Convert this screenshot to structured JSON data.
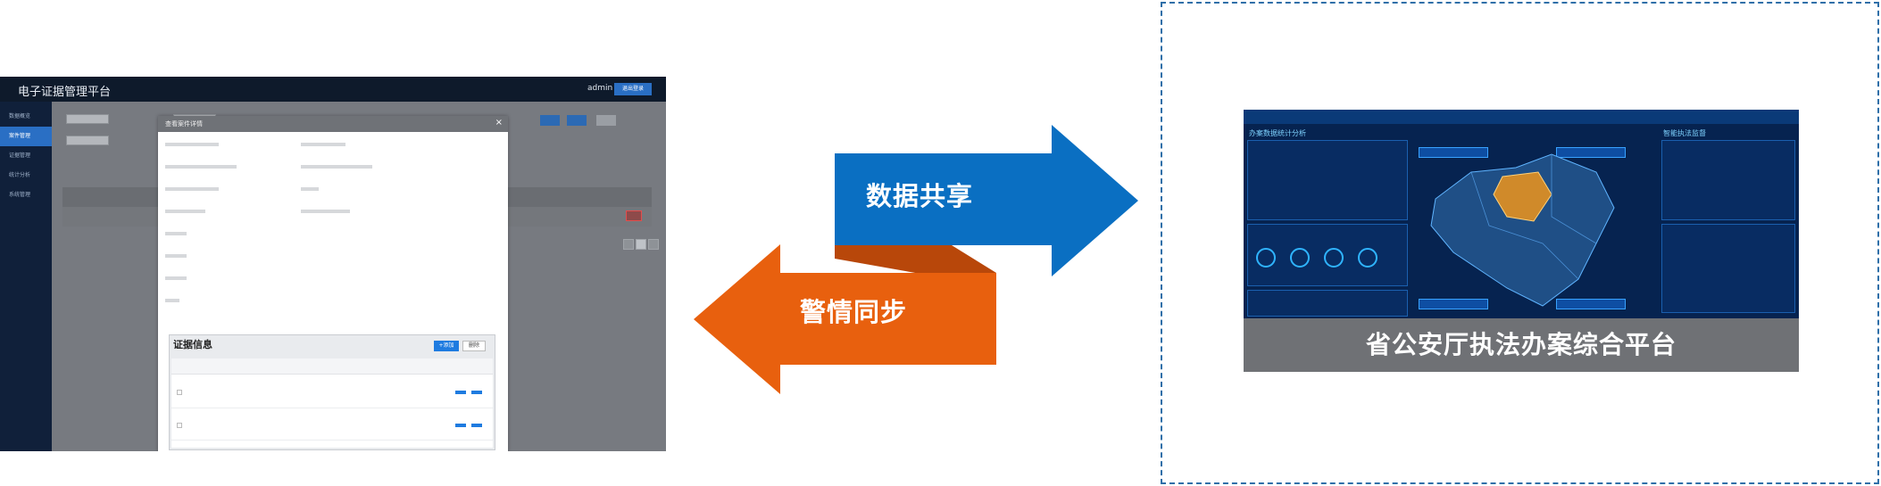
{
  "evidence_app": {
    "title": "电子证据管理平台",
    "user": "admin",
    "logout": "退出登录",
    "sidebar": [
      "数据概览",
      "案件管理",
      "证据管理",
      "统计分析",
      "系统管理"
    ],
    "dialog": {
      "title": "查看案件详情",
      "close": "×",
      "evidence_title": "证据信息",
      "add_btn": "+添加",
      "delete_btn": "删除"
    }
  },
  "arrows": {
    "share_label": "数据共享",
    "sync_label": "警情同步",
    "share_color": "#0a6fc2",
    "sync_color": "#e8600e",
    "fold_color": "#b8470a"
  },
  "dashboard": {
    "left_title": "办案数据统计分析",
    "right_title": "智能执法监督",
    "caption": "省公安厅执法办案综合平台"
  }
}
